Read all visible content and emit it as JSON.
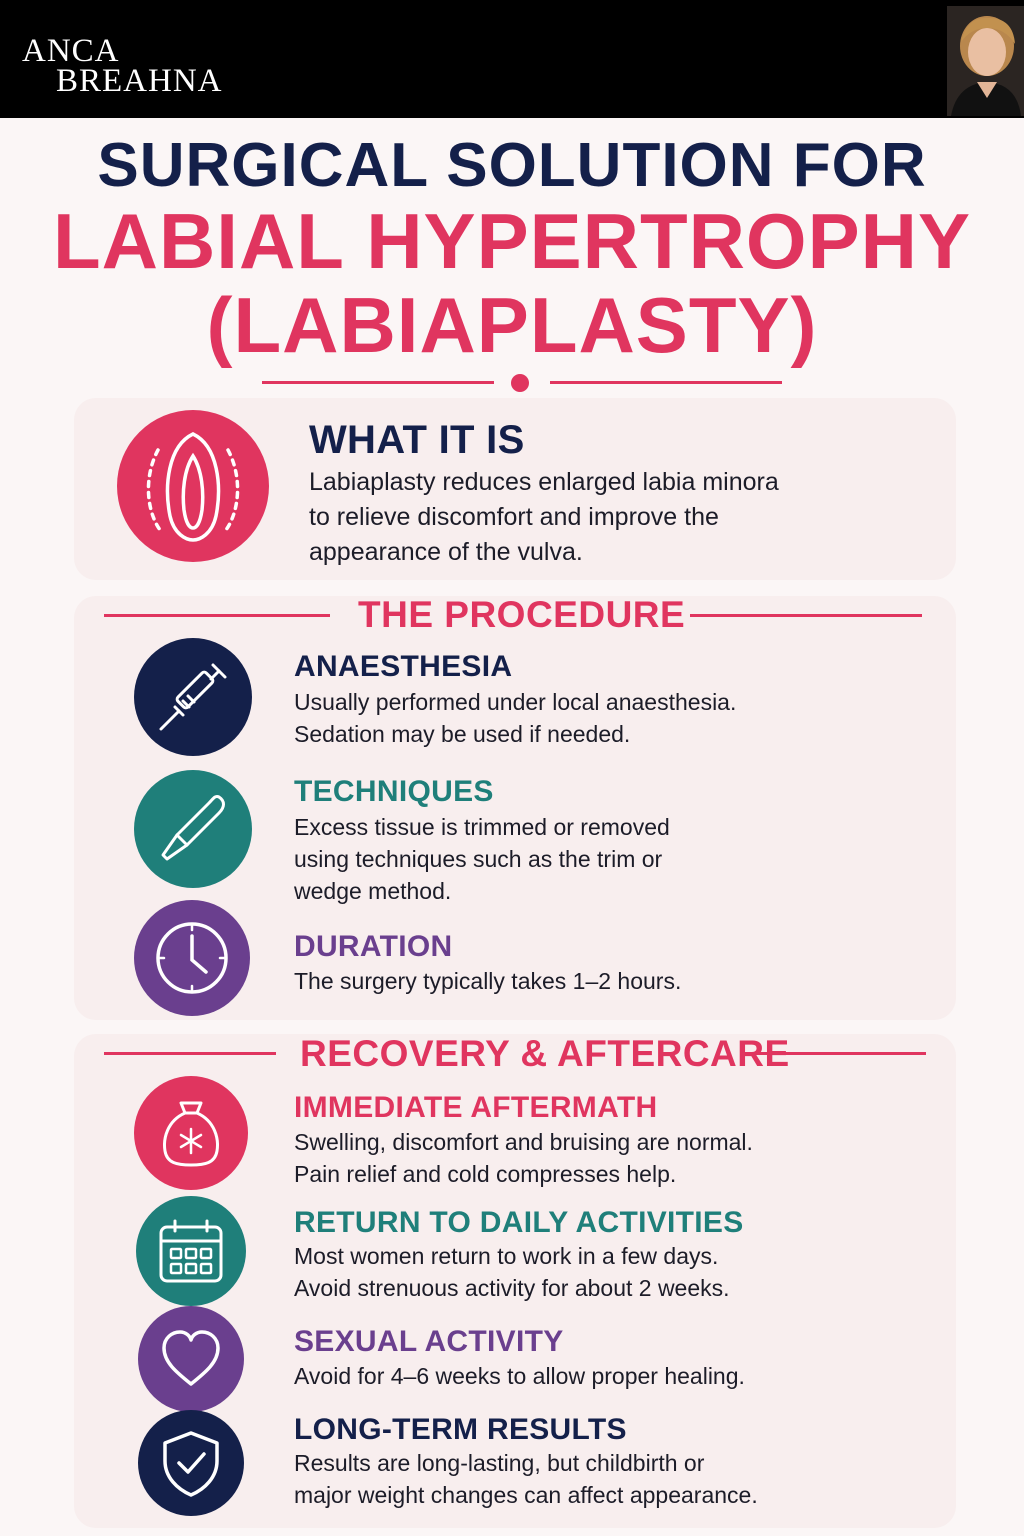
{
  "header": {
    "brand_line1": "ANCA",
    "brand_line2": "BREAHNA"
  },
  "title": {
    "line1": "SURGICAL SOLUTION FOR",
    "line2": "LABIAL HYPERTROPHY",
    "line3": "(LABIAPLASTY)"
  },
  "what_it_is": {
    "heading": "WHAT IT IS",
    "lines": [
      "Labiaplasty reduces enlarged labia minora",
      "to relieve discomfort and improve the",
      "appearance of the vulva."
    ]
  },
  "procedure": {
    "heading": "THE PROCEDURE",
    "items": [
      {
        "title": "ANAESTHESIA",
        "lines": [
          "Usually performed under local anaesthesia.",
          "Sedation may be used if needed."
        ]
      },
      {
        "title": "TECHNIQUES",
        "lines": [
          "Excess tissue is trimmed or removed",
          "using techniques such as the trim or",
          "wedge method."
        ]
      },
      {
        "title": "DURATION",
        "lines": [
          "The surgery typically takes 1–2 hours."
        ]
      }
    ]
  },
  "recovery": {
    "heading": "RECOVERY & AFTERCARE",
    "items": [
      {
        "title": "IMMEDIATE AFTERMATH",
        "lines": [
          "Swelling, discomfort and bruising are normal.",
          "Pain relief and cold compresses help."
        ]
      },
      {
        "title": "RETURN TO DAILY ACTIVITIES",
        "lines": [
          "Most women return to work in a few days.",
          "Avoid strenuous activity for about 2 weeks."
        ]
      },
      {
        "title": "SEXUAL ACTIVITY",
        "lines": [
          "Avoid for 4–6 weeks to allow proper healing."
        ]
      },
      {
        "title": "LONG-TERM RESULTS",
        "lines": [
          "Results are long-lasting, but childbirth or",
          "major weight changes can affect appearance."
        ]
      }
    ]
  },
  "colors": {
    "pink": "#e0355f",
    "navy": "#14204a",
    "teal": "#1f7f7a",
    "purple": "#6a3f8e"
  }
}
